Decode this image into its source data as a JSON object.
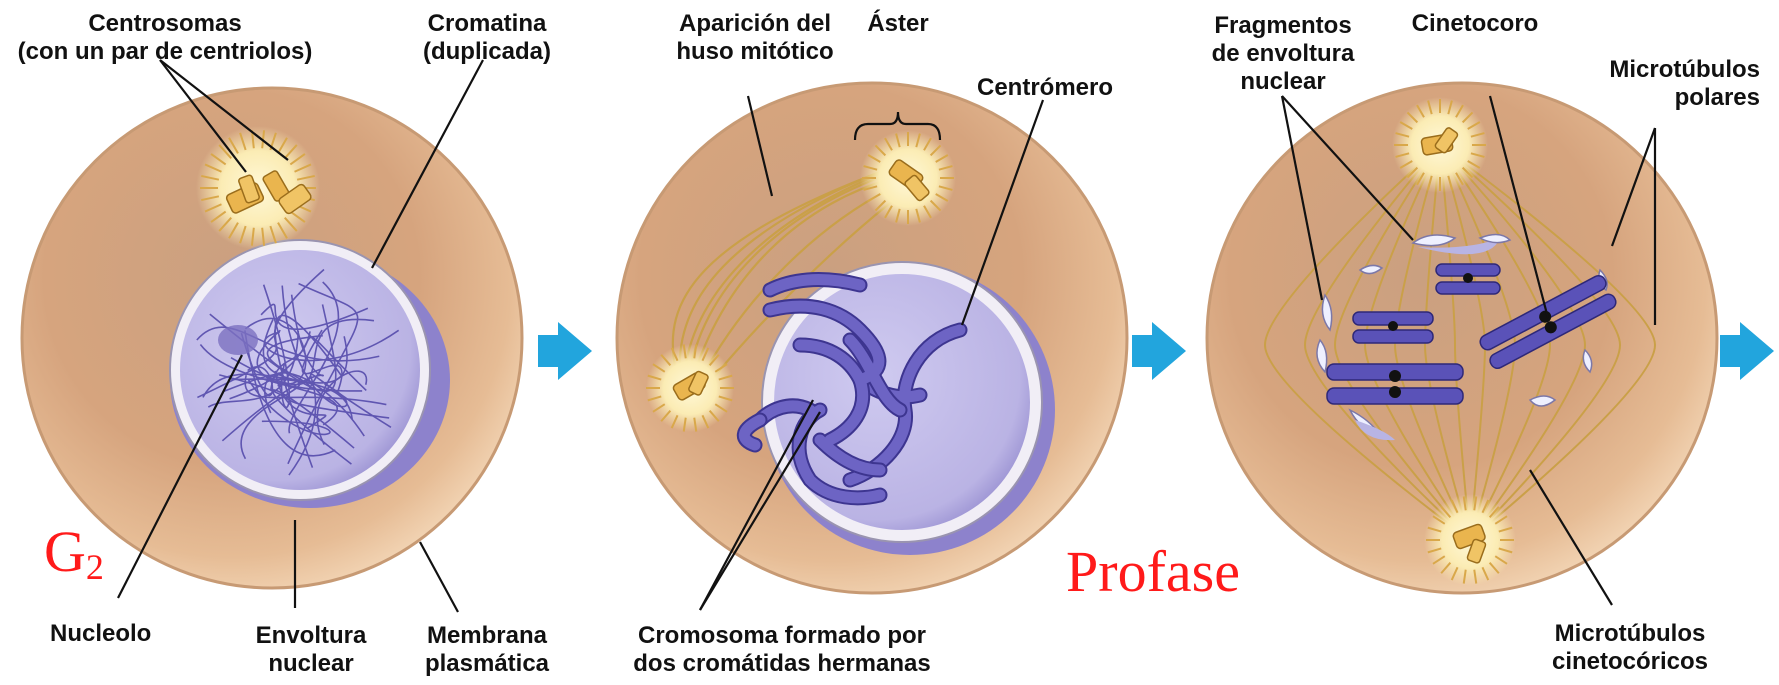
{
  "labels": {
    "centrosomas": [
      "Centrosomas",
      "(con un par de centriolos)"
    ],
    "cromatina": [
      "Cromatina",
      "(duplicada)"
    ],
    "nucleolo": "Nucleolo",
    "envoltura": [
      "Envoltura",
      "nuclear"
    ],
    "membrana": [
      "Membrana",
      "plasmática"
    ],
    "aparicion": [
      "Aparición del",
      "huso mitótico"
    ],
    "aster": "Áster",
    "centromero": "Centrómero",
    "cromosoma": [
      "Cromosoma formado por",
      "dos cromátidas hermanas"
    ],
    "fragmentos": [
      "Fragmentos",
      "de envoltura",
      "nuclear"
    ],
    "cinetocoro": "Cinetocoro",
    "polares": [
      "Microtúbulos",
      "polares"
    ],
    "cinetocoricos": [
      "Microtúbulos",
      "cinetocóricos"
    ]
  },
  "stages": {
    "g2_letter": "G",
    "g2_sub": "2",
    "profase": "Profase"
  },
  "colors": {
    "cytoplasm": "#d6a07a",
    "cytoplasm_light": "#f3d8b8",
    "nucleus": "#c9c4e6",
    "chromatin": "#4f45a8",
    "chromosome": "#5a52b8",
    "centriole": "#e8b84c",
    "arrow": "#22a5dd",
    "stage_text": "#ff1a1a"
  }
}
